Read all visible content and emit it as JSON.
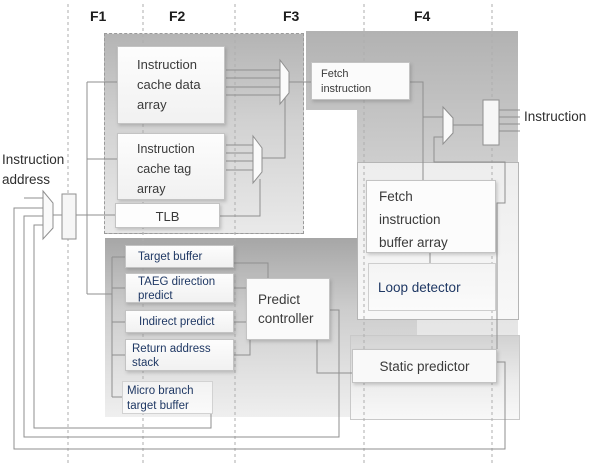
{
  "stages": {
    "f1": "F1",
    "f2": "F2",
    "f3": "F3",
    "f4": "F4"
  },
  "side_labels": {
    "instruction_address": "Instruction\naddress",
    "instruction_output": "Instruction"
  },
  "boxes": {
    "icache_data": "Instruction\ncache data\narray",
    "icache_tag": "Instruction\ncache tag\narray",
    "tlb": "TLB",
    "fetch_instruction": "Fetch\ninstruction",
    "fetch_buffer": "Fetch\ninstruction\nbuffer array",
    "loop_detector": "Loop detector",
    "target_buffer": "Target buffer",
    "taeg_predict": "TAEG direction\npredict",
    "indirect_predict": "Indirect predict",
    "return_stack": "Return address\nstack",
    "micro_btb": "Micro branch\ntarget buffer",
    "predict_controller": "Predict\ncontroller",
    "static_predictor": "Static predictor"
  },
  "colors": {
    "blue_text": "#1f3864",
    "dark_text": "#3a3a3a",
    "line": "#8f8f8f",
    "dashed_line": "#aeaeae",
    "block_gray_top": "#b2b2b2",
    "block_gray_bottom": "#efefef"
  }
}
